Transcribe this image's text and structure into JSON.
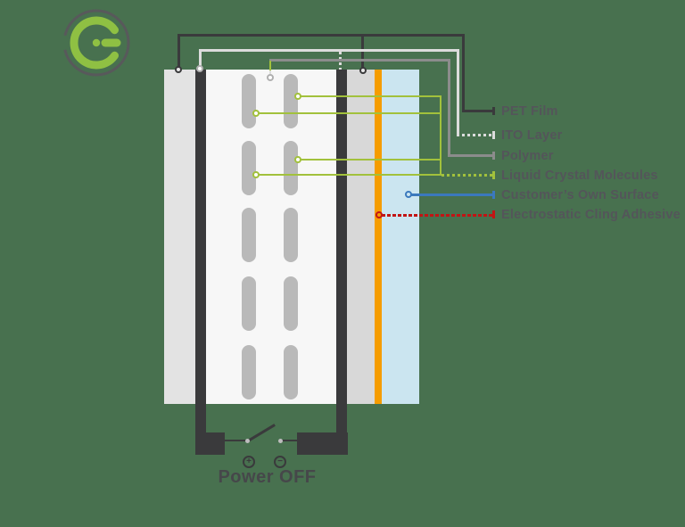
{
  "colors": {
    "background": "#48714f",
    "dark": "#3a3a3c",
    "pet_left": "#e3e3e3",
    "pet_right": "#d8d8d8",
    "polymer": "#f7f7f7",
    "pill": "#b9b9b9",
    "orange": "#f59c00",
    "surface_blue": "#cbe5f0",
    "wire_light": "#dcdcdc",
    "wire_gray": "#8c8c8c",
    "green": "#a2c13c",
    "line_blue": "#3b79bd",
    "line_red": "#c21414",
    "label_text": "#54555a",
    "logo_green": "#8fc043",
    "logo_ring": "#58595b"
  },
  "logo": {
    "letter": "G"
  },
  "legend": {
    "pet_film": "PET Film",
    "ito_layer": "ITO Layer",
    "polymer": "Polymer",
    "liquid_crystal": "Liquid Crystal Molecules",
    "customer_surface": "Customer’s Own Surface",
    "cling_adhesive": "Electrostatic Cling Adhesive"
  },
  "power": {
    "state_label": "Power OFF",
    "plus_symbol": "+",
    "minus_symbol": "−"
  }
}
